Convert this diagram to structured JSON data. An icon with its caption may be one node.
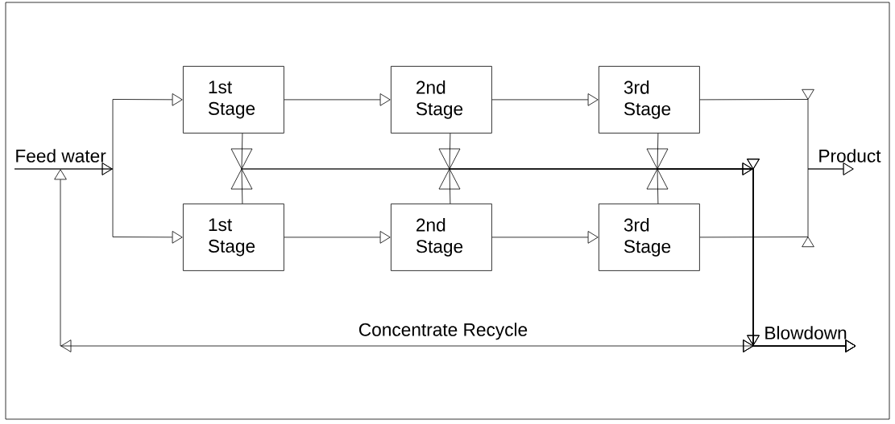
{
  "diagram": {
    "nodes": [
      {
        "text": [
          "Feed water"
        ]
      },
      {
        "text": [
          "1st Stage"
        ]
      },
      {
        "text": [
          "2nd Stage"
        ]
      },
      {
        "text": [
          "3rd Stage"
        ]
      },
      {
        "text": [
          "1st Stage"
        ]
      },
      {
        "text": [
          "2nd Stage"
        ]
      },
      {
        "text": [
          "3rd Stage"
        ]
      },
      {
        "text": [
          "Product"
        ]
      },
      {
        "text": [
          "Blowdown"
        ]
      }
    ],
    "edges": [
      {
        "from": 0,
        "to": 1,
        "arrow": "to"
      },
      {
        "from": 0,
        "to": 4,
        "arrow": "to"
      },
      {
        "from": 1,
        "to": 2,
        "arrow": "to"
      },
      {
        "from": 2,
        "to": 3,
        "arrow": "to"
      },
      {
        "from": 4,
        "to": 5,
        "arrow": "to"
      },
      {
        "from": 5,
        "to": 6,
        "arrow": "to"
      },
      {
        "from": 3,
        "to": 7,
        "arrow": "to"
      },
      {
        "from": 6,
        "to": 7,
        "arrow": "to"
      },
      {
        "from": 1,
        "to": 8,
        "arrow": "to"
      },
      {
        "from": 4,
        "to": 8,
        "arrow": "to"
      },
      {
        "from": 2,
        "to": 8,
        "arrow": "to"
      },
      {
        "from": 5,
        "to": 8,
        "arrow": "to"
      },
      {
        "from": 3,
        "to": 8,
        "arrow": "to"
      },
      {
        "from": 6,
        "to": 8,
        "arrow": "to"
      },
      {
        "from": 8,
        "to": 0,
        "arrow": "to",
        "label": "Concentrate Recycle"
      }
    ]
  }
}
